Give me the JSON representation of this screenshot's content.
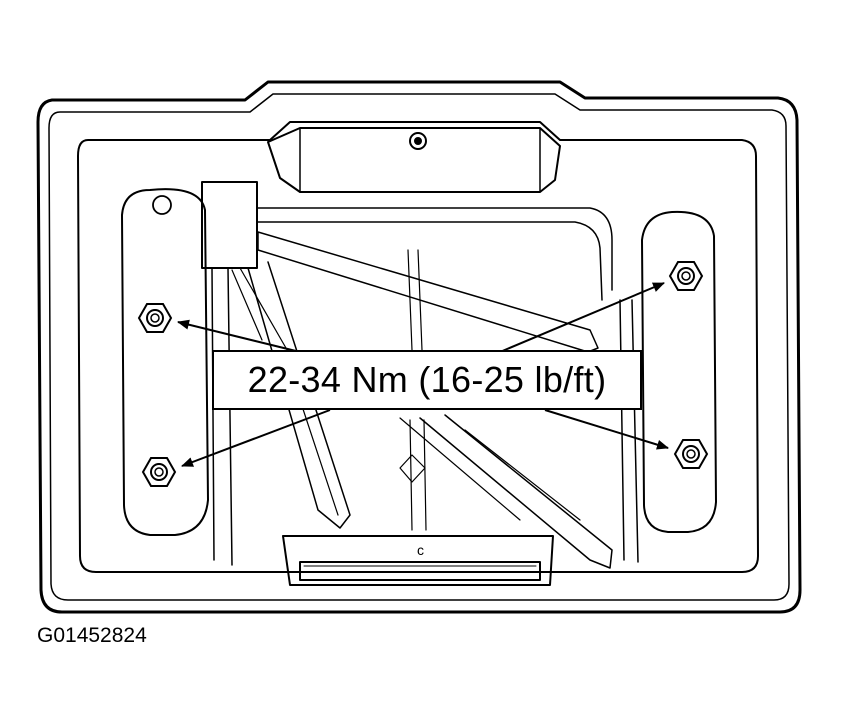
{
  "diagram": {
    "torque_spec": "22-34 Nm (16-25 lb/ft)",
    "figure_id": "G01452824",
    "part_mark": "c",
    "icons": {
      "fastener": "hex-nut-icon",
      "arrow": "arrow-icon",
      "plug": "drain-plug-icon"
    },
    "fastener_count": 4
  }
}
